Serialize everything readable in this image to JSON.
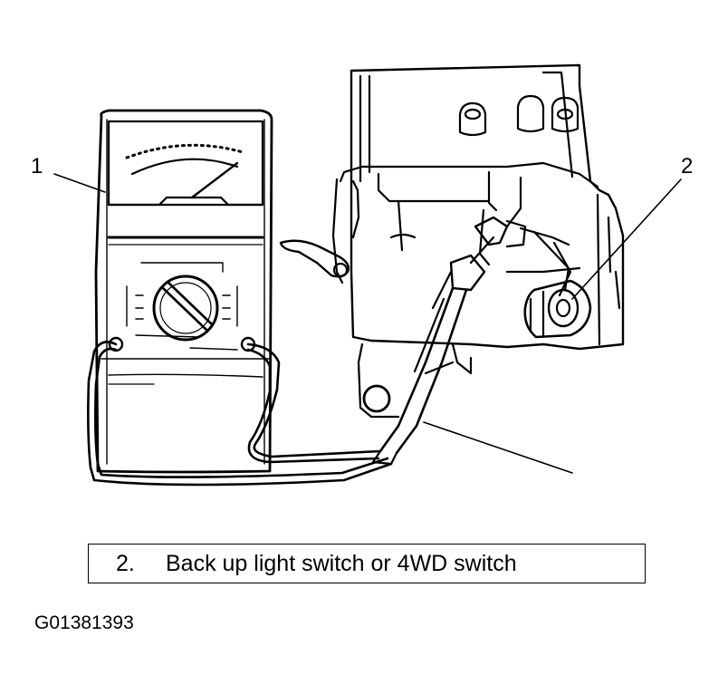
{
  "figure": {
    "callouts": [
      "1",
      "2"
    ]
  },
  "caption": {
    "number": "2.",
    "text": "Back up light switch or 4WD switch"
  },
  "figure_id": "G01381393",
  "colors": {
    "ink": "#000000",
    "paper": "#ffffff"
  }
}
